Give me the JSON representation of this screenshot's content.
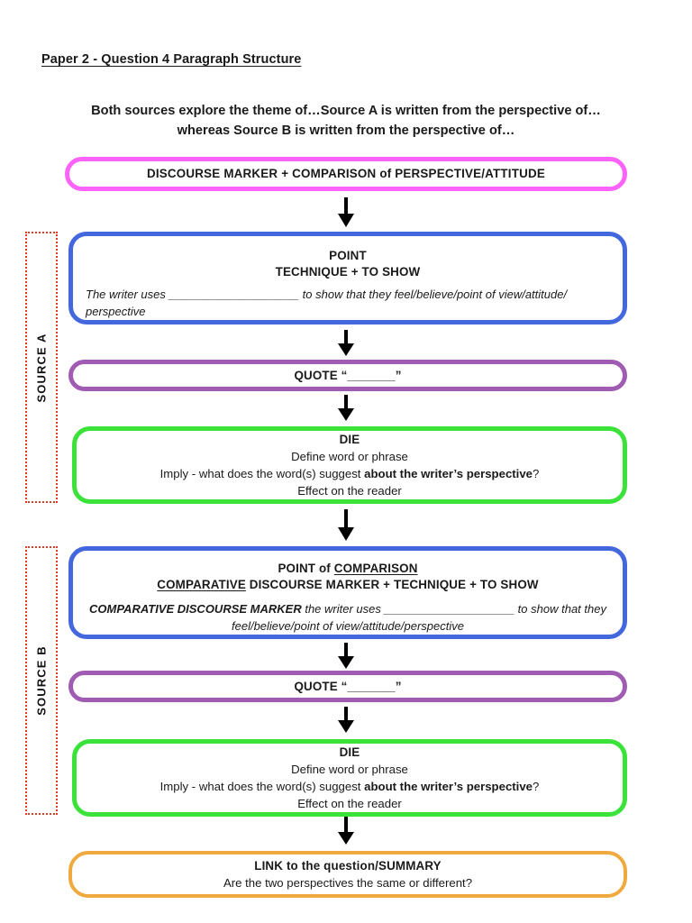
{
  "document": {
    "title": "Paper 2 - Question 4 Paragraph Structure",
    "intro_line_1": "Both sources explore the theme of…Source A is written from the perspective of…",
    "intro_line_2": "whereas Source B is written from the perspective of…"
  },
  "sources": {
    "source_a_label": "SOURCE A",
    "source_b_label": "SOURCE B"
  },
  "colors": {
    "pink": "#fb63fb",
    "blue": "#4368dd",
    "purple": "#a05bb2",
    "green": "#3ae23a",
    "orange": "#f0a93e",
    "bracket_red": "#e03b24",
    "arrow_black": "#000000"
  },
  "boxes": {
    "discourse_marker": {
      "header": "DISCOURSE MARKER + COMPARISON of PERSPECTIVE/ATTITUDE"
    },
    "point_a": {
      "header_line_1": "POINT",
      "header_line_2": "TECHNIQUE + TO SHOW",
      "body": "The writer uses ____________________ to show that they feel/believe/point of view/attitude/ perspective"
    },
    "quote_a": {
      "header": "QUOTE “_______”"
    },
    "die_a": {
      "header": "DIE",
      "line_1": "Define word or phrase",
      "line_2_prefix": "Imply - what does the word(s) suggest ",
      "line_2_bold": "about the writer’s perspective",
      "line_2_suffix": "?",
      "line_3": "Effect on the reader"
    },
    "point_b": {
      "header_line_1_prefix": "POINT of ",
      "header_line_1_underlined": "COMPARISON",
      "header_line_2_underlined": "COMPARATIVE",
      "header_line_2_rest": " DISCOURSE MARKER + TECHNIQUE + TO SHOW",
      "body_bold_italic": "COMPARATIVE DISCOURSE MARKER",
      "body_rest": " the writer uses ____________________ to show that they feel/believe/point of view/attitude/perspective"
    },
    "quote_b": {
      "header": "QUOTE “_______”"
    },
    "die_b": {
      "header": "DIE",
      "line_1": "Define word or phrase",
      "line_2_prefix": "Imply - what does the word(s) suggest ",
      "line_2_bold": "about the writer’s perspective",
      "line_2_suffix": "?",
      "line_3": "Effect on the reader"
    },
    "link": {
      "header": "LINK to the question/SUMMARY",
      "subtext": "Are the two perspectives the same or different?"
    }
  },
  "arrows": {
    "icon": "arrow-down-icon",
    "count": 7
  }
}
